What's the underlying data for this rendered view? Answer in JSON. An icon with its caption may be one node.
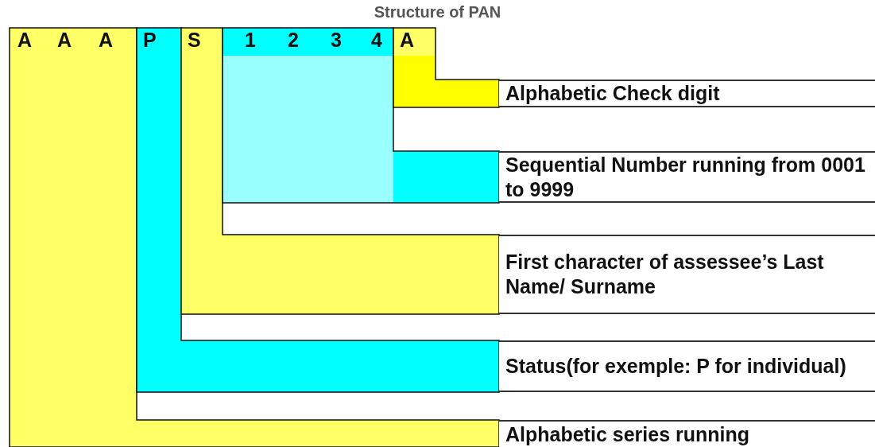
{
  "diagram": {
    "title": "Structure of PAN",
    "nodes": [
      {
        "text": [
          "Alphabetic Check digit"
        ]
      },
      {
        "text": [
          "Sequential Number running from 0001 to 9999"
        ]
      },
      {
        "text": [
          "First character of assessee’s Last Name/ Surname"
        ]
      },
      {
        "text": [
          "Status(for exemple: P for individual)"
        ]
      },
      {
        "text": [
          "Alphabetic series running"
        ]
      }
    ],
    "labels": [
      "A",
      "A",
      "A",
      "P",
      "S",
      "1",
      "2",
      "3",
      "4",
      "A"
    ]
  }
}
